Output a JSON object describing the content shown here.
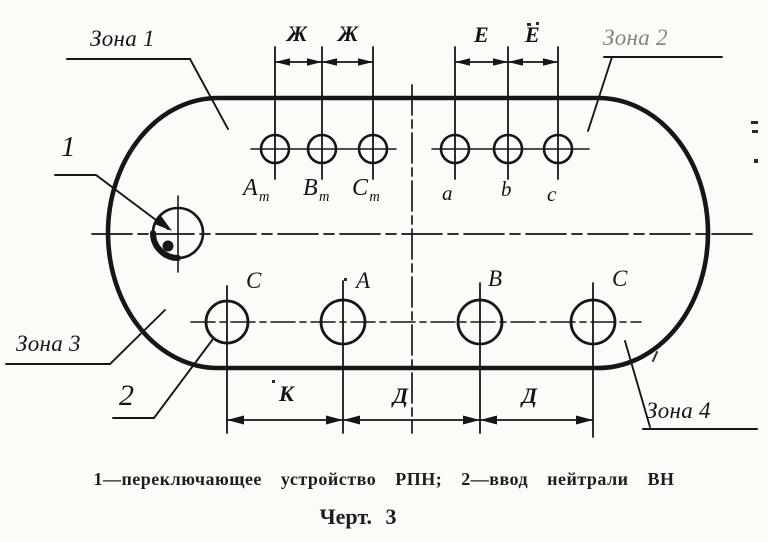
{
  "figure": {
    "zones": [
      "Зона 1",
      "Зона 2",
      "Зона 3",
      "Зона 4"
    ],
    "callouts": [
      "1",
      "2"
    ],
    "dims": {
      "zh1": "Ж",
      "zh2": "Ж",
      "e1": "Е",
      "e2": "Е",
      "k": "К",
      "d1": "Д",
      "d2": "Д"
    },
    "terminals": {
      "mv": [
        {
          "base": "А",
          "sub": "т"
        },
        {
          "base": "В",
          "sub": "т"
        },
        {
          "base": "С",
          "sub": "т"
        }
      ],
      "lv": [
        "a",
        "b",
        "c"
      ],
      "hv": [
        "С",
        "А",
        "В",
        "С"
      ]
    }
  },
  "caption": {
    "legend": "1—переключающее устройство РПН; 2—ввод нейтрали ВН",
    "figure_number": "Черт. 3"
  }
}
